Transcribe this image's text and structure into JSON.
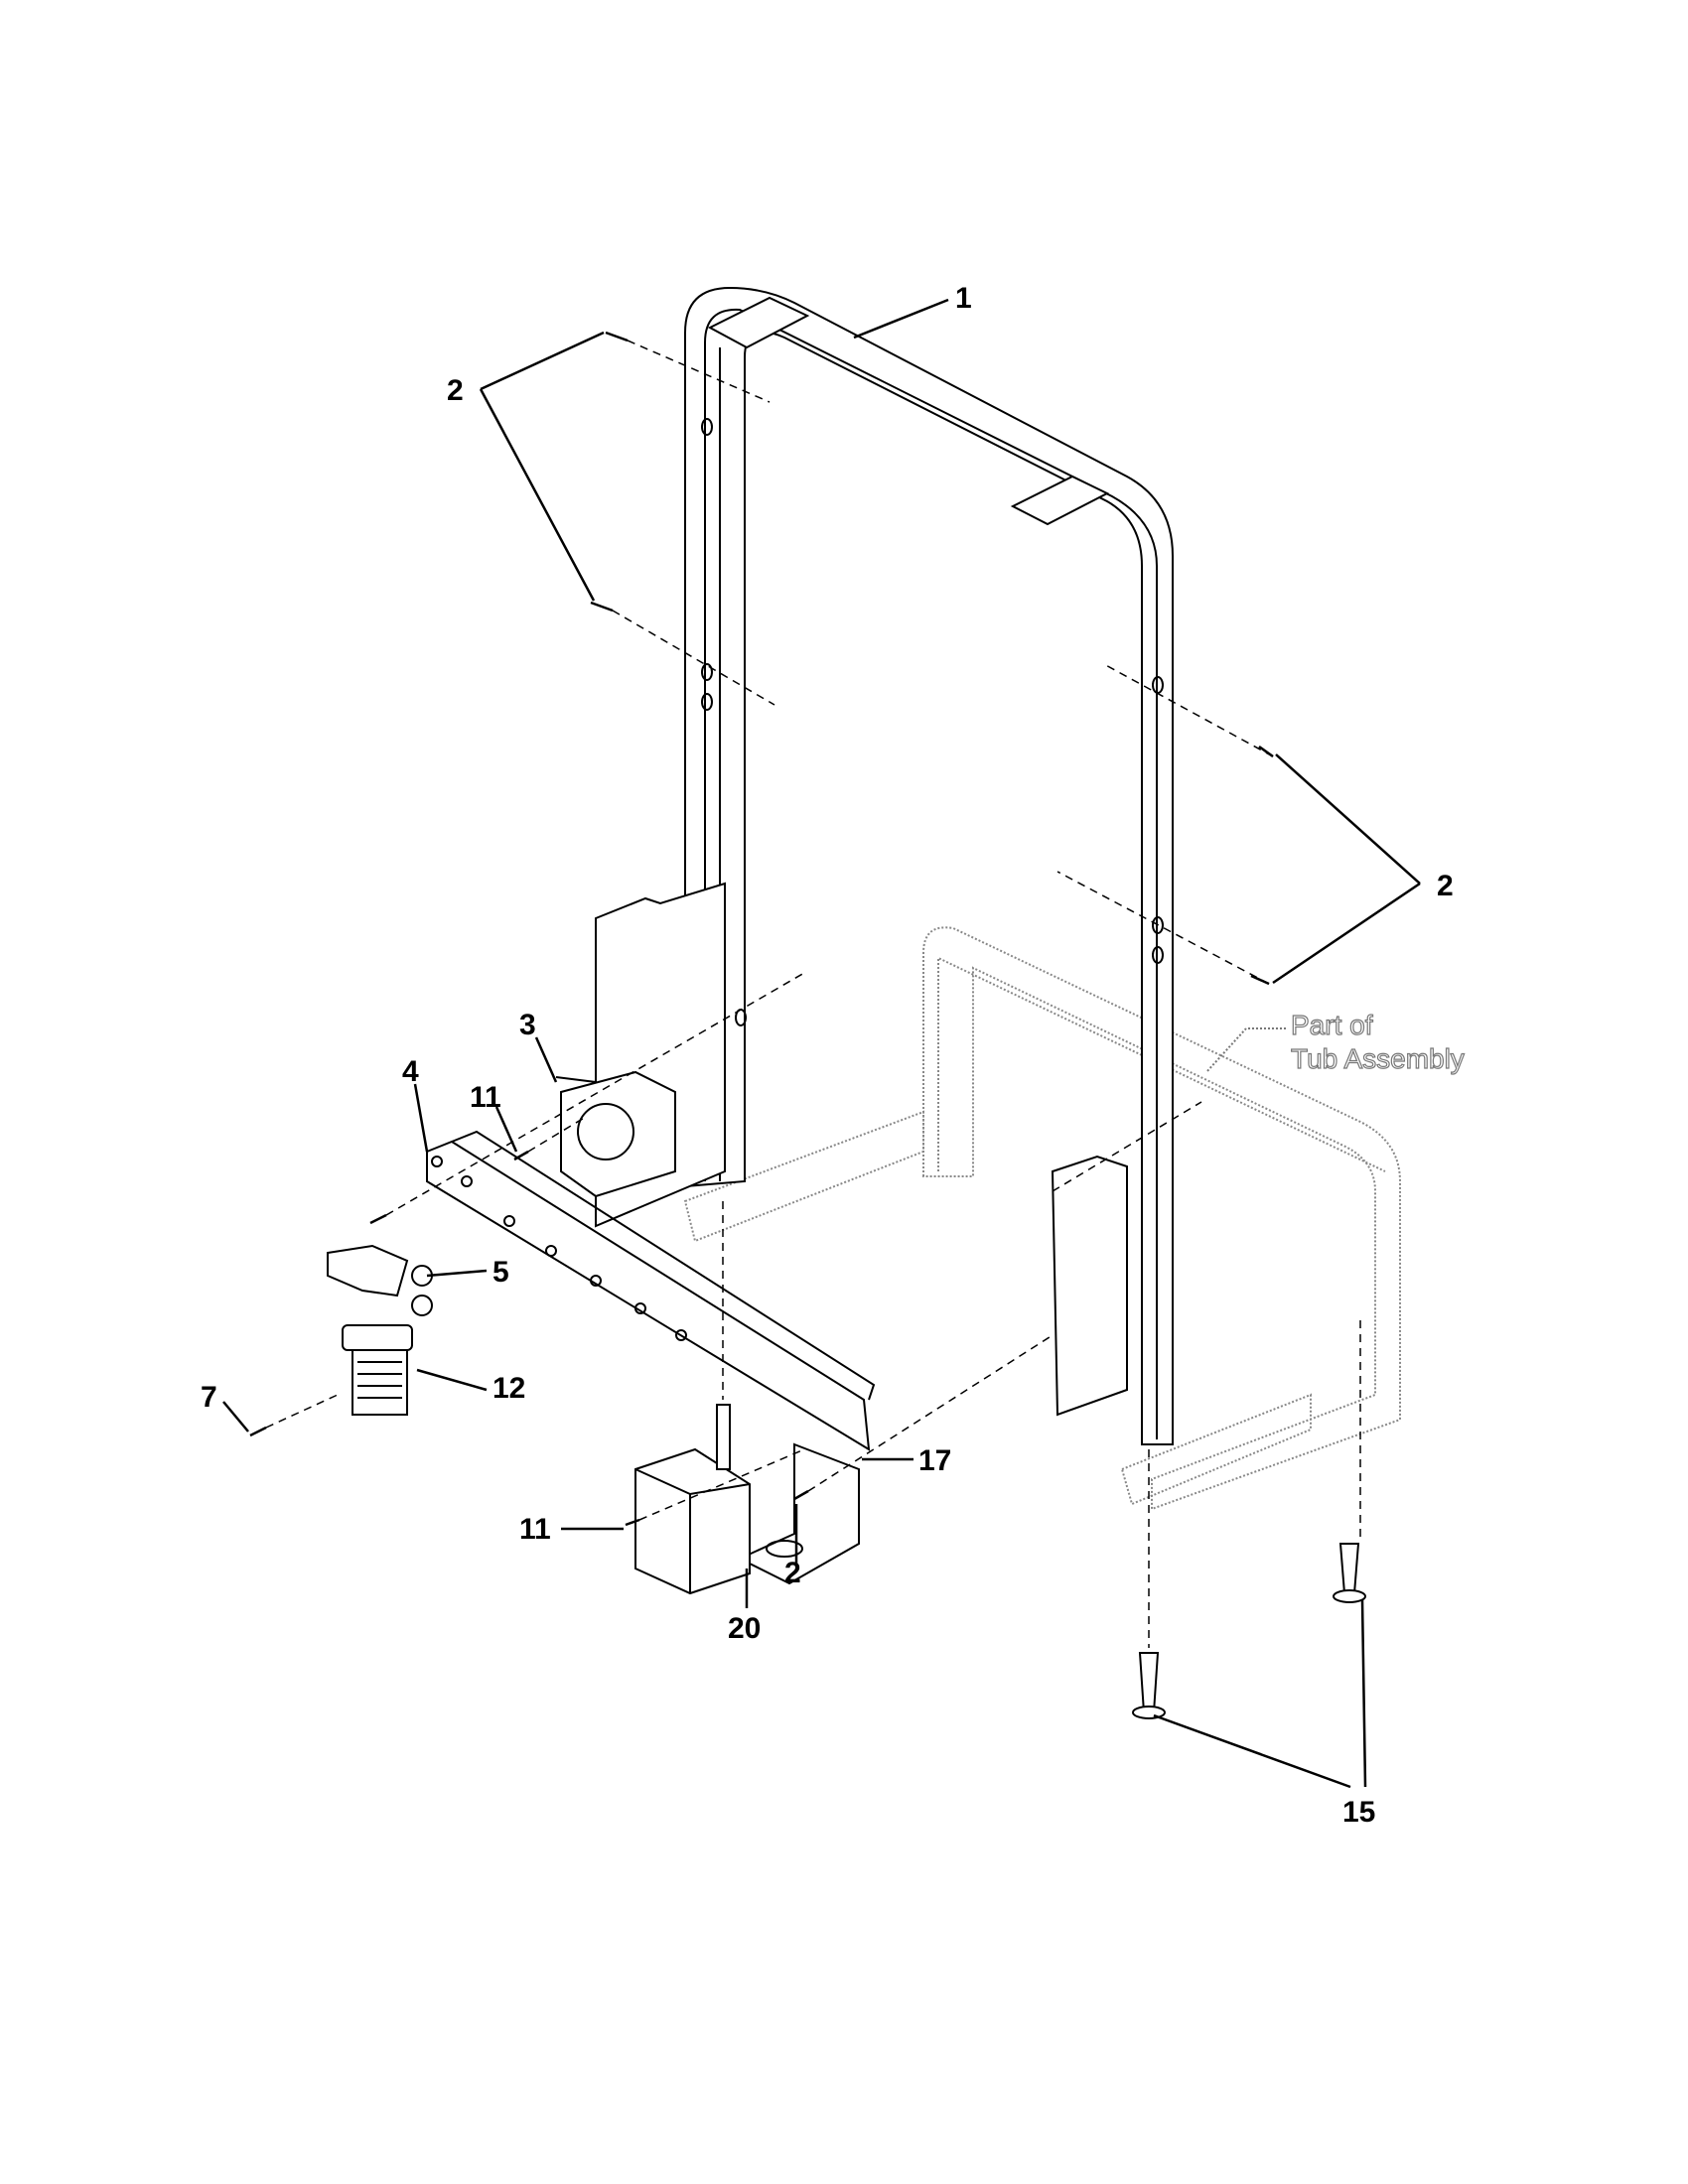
{
  "diagram": {
    "callouts": [
      {
        "id": "c1",
        "label": "1"
      },
      {
        "id": "c2a",
        "label": "2"
      },
      {
        "id": "c2b",
        "label": "2"
      },
      {
        "id": "c3",
        "label": "3"
      },
      {
        "id": "c4",
        "label": "4"
      },
      {
        "id": "c11a",
        "label": "11"
      },
      {
        "id": "c5",
        "label": "5"
      },
      {
        "id": "c12",
        "label": "12"
      },
      {
        "id": "c7",
        "label": "7"
      },
      {
        "id": "c17",
        "label": "17"
      },
      {
        "id": "c11b",
        "label": "11"
      },
      {
        "id": "c2c",
        "label": "2"
      },
      {
        "id": "c20",
        "label": "20"
      },
      {
        "id": "c15",
        "label": "15"
      }
    ],
    "note": {
      "line1": "Part of",
      "line2": "Tub Assembly"
    },
    "colors": {
      "line": "#000000",
      "reference": "#888888"
    }
  }
}
